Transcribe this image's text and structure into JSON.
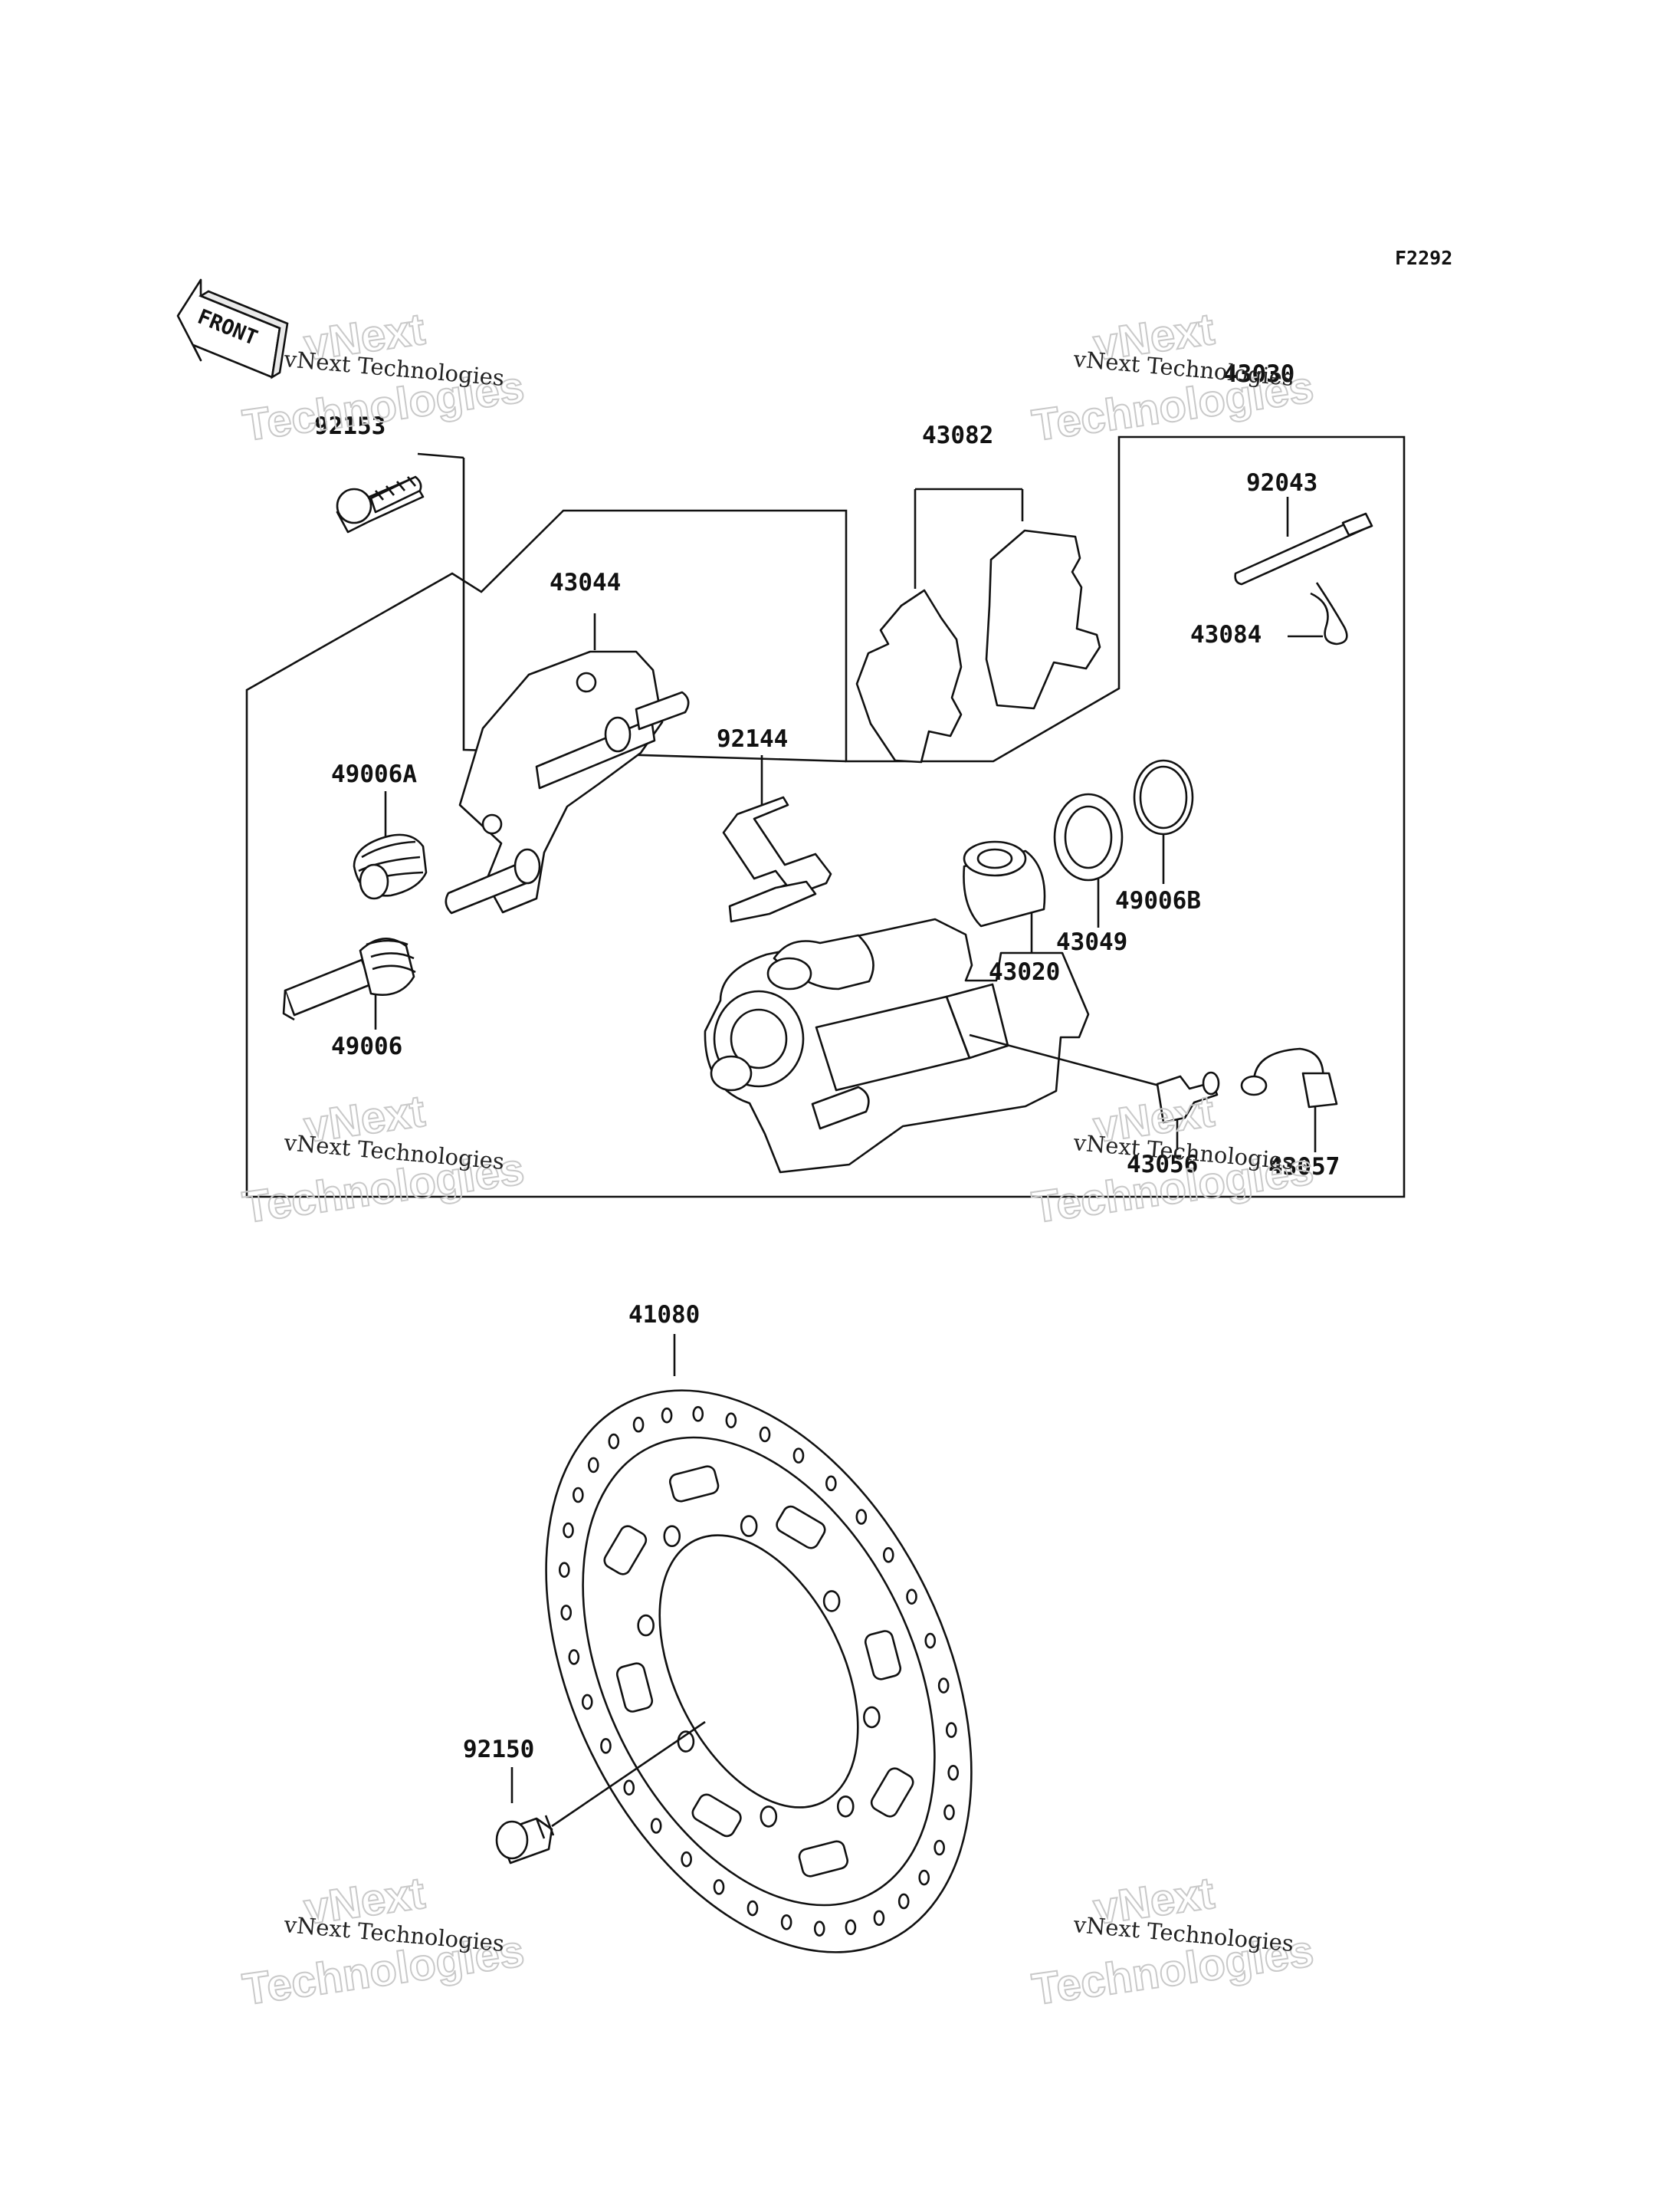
{
  "figure_code": "F2292",
  "front_label": "FRONT",
  "watermark": {
    "small": "vNext Technologies",
    "big_line1": "vNext",
    "big_line2": "Technologies"
  },
  "parts": {
    "p92153": "92153",
    "p43030": "43030",
    "p43082": "43082",
    "p92043": "92043",
    "p43084": "43084",
    "p43044": "43044",
    "p92144": "92144",
    "p49006A": "49006A",
    "p49006B": "49006B",
    "p43049": "43049",
    "p43020": "43020",
    "p49006": "49006",
    "p43056": "43056",
    "p43057": "43057",
    "p41080": "41080",
    "p92150": "92150"
  }
}
